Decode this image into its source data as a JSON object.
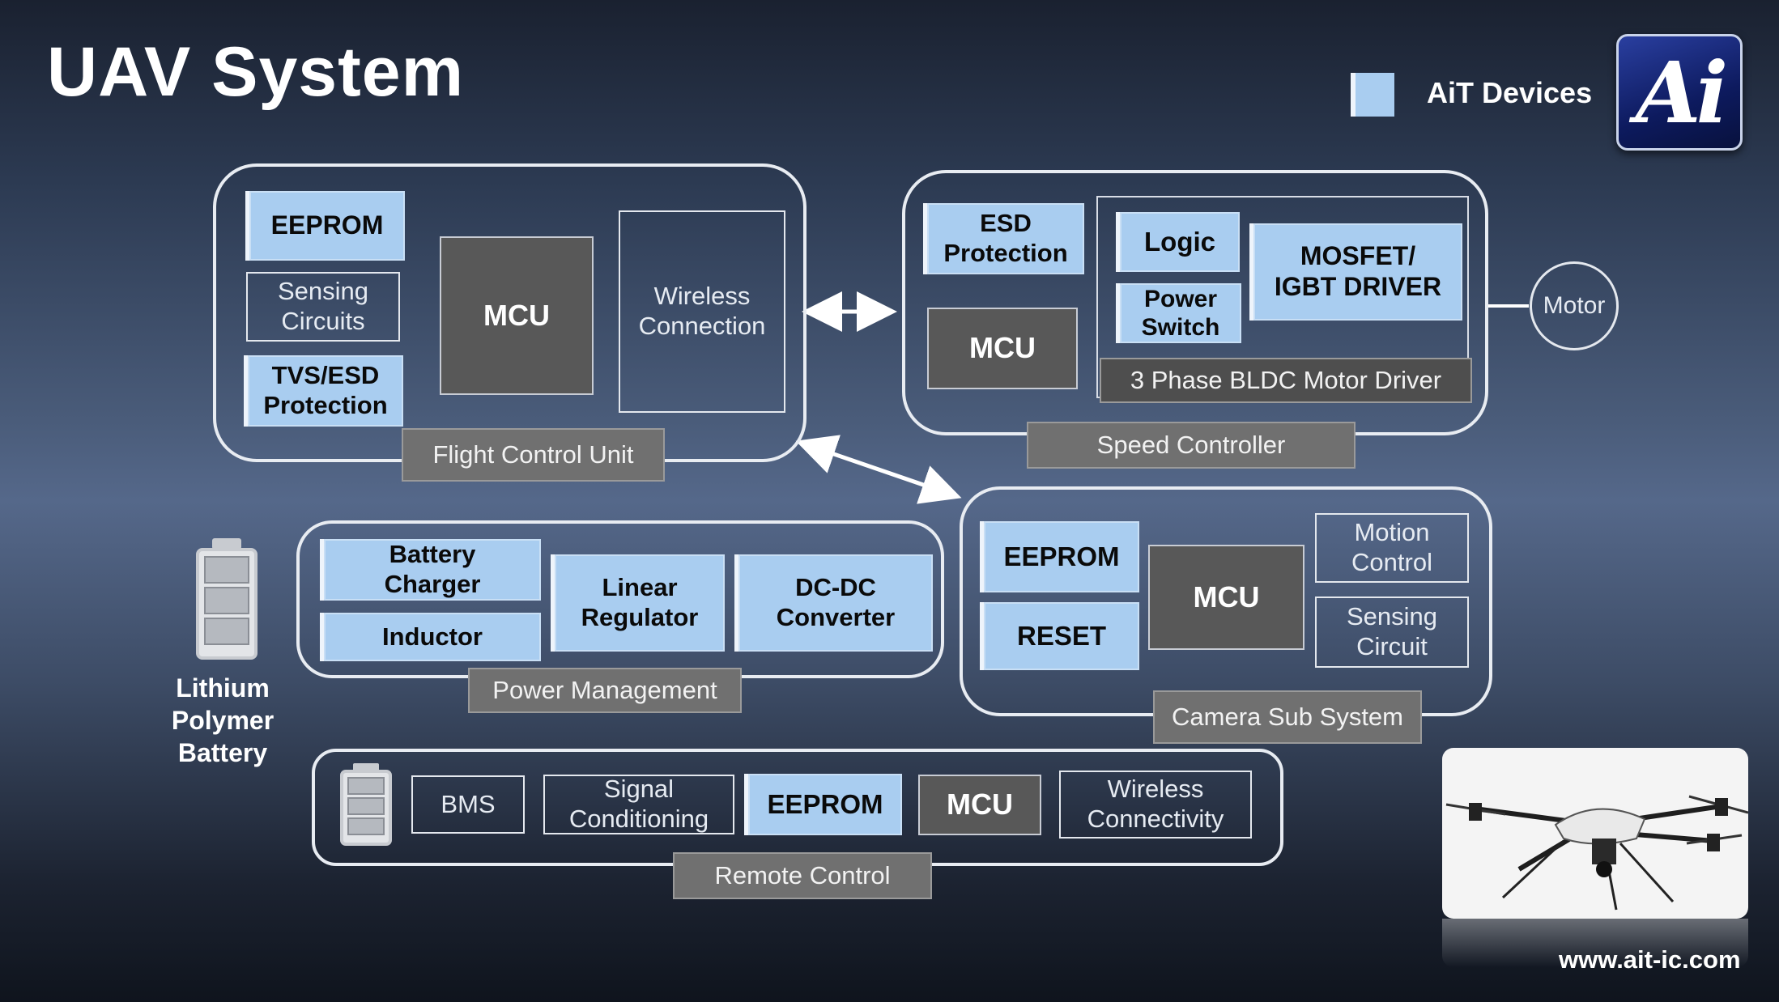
{
  "title": "UAV System",
  "legend": {
    "label": "AiT Devices",
    "color": "#a9cdf0"
  },
  "logo": {
    "text": "Ai"
  },
  "website": "www.ait-ic.com",
  "flight_control": {
    "label": "Flight Control Unit",
    "eeprom": "EEPROM",
    "sensing": "Sensing\nCircuits",
    "tvs": "TVS/ESD\nProtection",
    "mcu": "MCU",
    "wireless": "Wireless\nConnection"
  },
  "speed_controller": {
    "label": "Speed Controller",
    "esd": "ESD\nProtection",
    "mcu": "MCU",
    "logic": "Logic",
    "power_switch": "Power\nSwitch",
    "mosfet": "MOSFET/\nIGBT DRIVER",
    "motor_driver": "3 Phase BLDC Motor Driver",
    "motor": "Motor"
  },
  "power_management": {
    "label": "Power Management",
    "battery_charger": "Battery\nCharger",
    "inductor": "Inductor",
    "linear_regulator": "Linear\nRegulator",
    "dcdc": "DC-DC\nConverter"
  },
  "battery": {
    "label": "Lithium\nPolymer\nBattery"
  },
  "camera": {
    "label": "Camera Sub System",
    "eeprom": "EEPROM",
    "reset": "RESET",
    "mcu": "MCU",
    "motion": "Motion\nControl",
    "sensing": "Sensing\nCircuit"
  },
  "remote": {
    "label": "Remote Control",
    "bms": "BMS",
    "signal": "Signal\nConditioning",
    "eeprom": "EEPROM",
    "mcu": "MCU",
    "wireless": "Wireless\nConnectivity"
  },
  "colors": {
    "ait": "#a9cdf0",
    "mcu": "#585858",
    "label": "#707070"
  }
}
